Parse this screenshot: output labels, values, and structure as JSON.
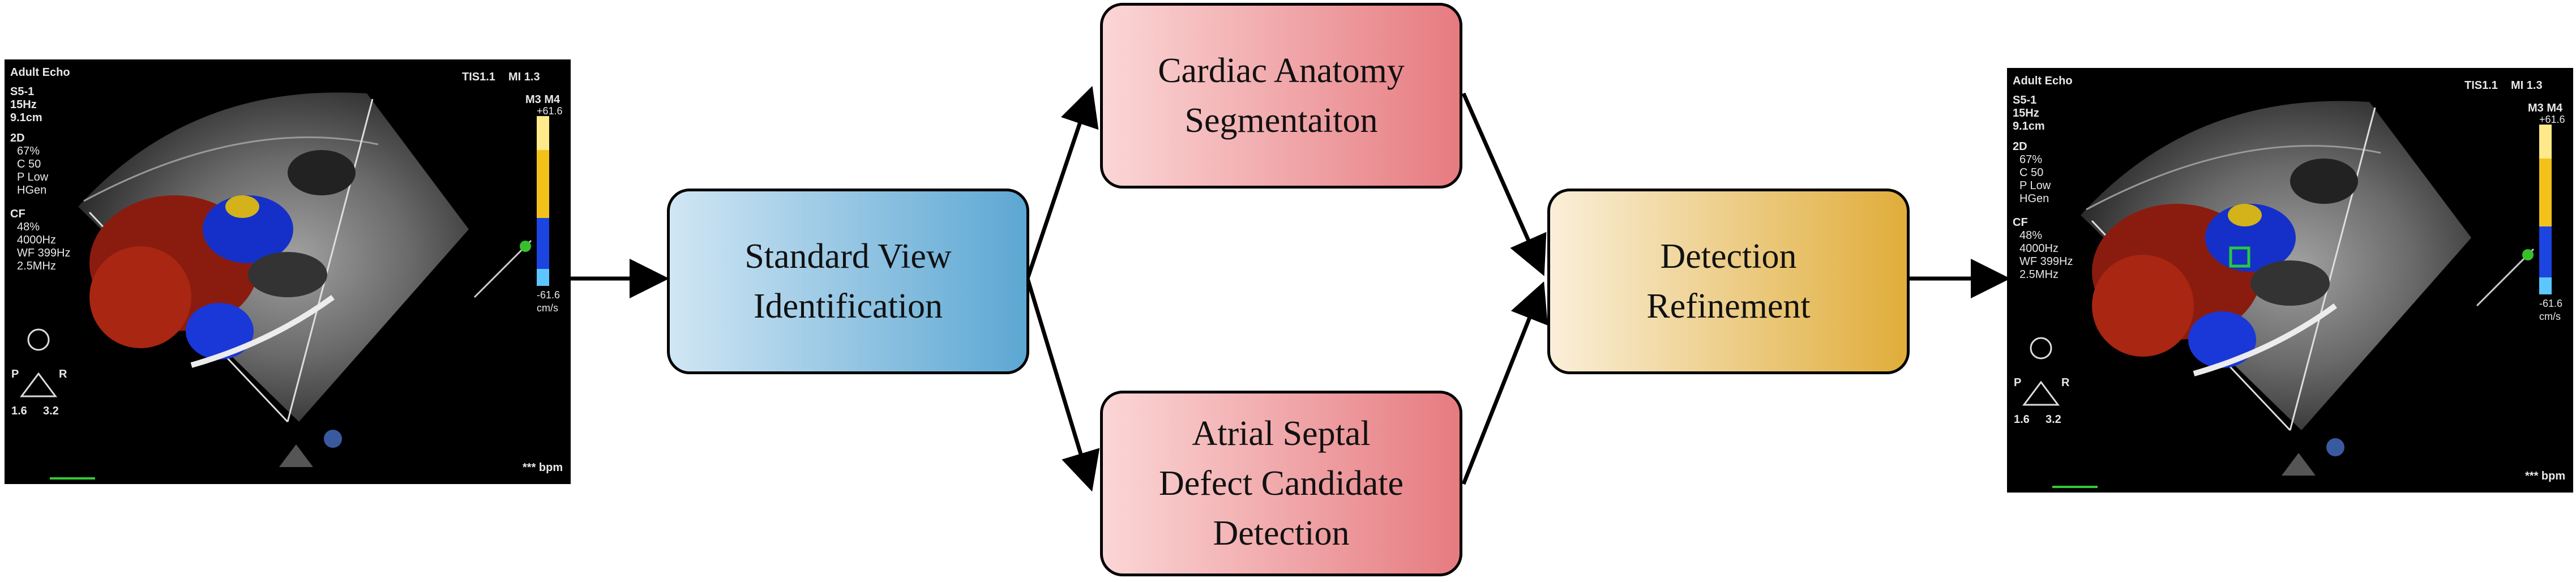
{
  "echo_overlay": {
    "header": "Adult Echo",
    "probe": "S5-1",
    "frame_rate": "15Hz",
    "depth": "9.1cm",
    "mode_2d": "2D",
    "settings_2d": [
      "67%",
      "C 50",
      "P Low",
      "HGen"
    ],
    "cf_label": "CF",
    "cf_settings": [
      "48%",
      "4000Hz",
      "WF 399Hz",
      "2.5MHz"
    ],
    "tis": "TIS1.1",
    "mi": "MI 1.3",
    "map_label": "M3 M4",
    "scale_top": "+61.6",
    "scale_bottom": "-61.6",
    "scale_unit": "cm/s",
    "orient_left": "P",
    "orient_right": "R",
    "val_left": "1.6",
    "val_right": "3.2",
    "bpm": "*** bpm"
  },
  "nodes": {
    "standard_view": [
      "Standard View",
      "Identification"
    ],
    "cardiac_segmentation": [
      "Cardiac Anatomy",
      "Segmentaiton"
    ],
    "asd_detection": [
      "Atrial Septal",
      "Defect Candidate",
      "Detection"
    ],
    "refinement": [
      "Detection",
      "Refinement"
    ]
  },
  "colors": {
    "standard_view_gradient": [
      "#d0e6f4",
      "#5ca7d3"
    ],
    "pink_gradient": [
      "#fbd6d6",
      "#e67b80"
    ],
    "refinement_gradient": [
      "#faefd9",
      "#e0ad3a"
    ],
    "detection_box": "#27c93f"
  }
}
